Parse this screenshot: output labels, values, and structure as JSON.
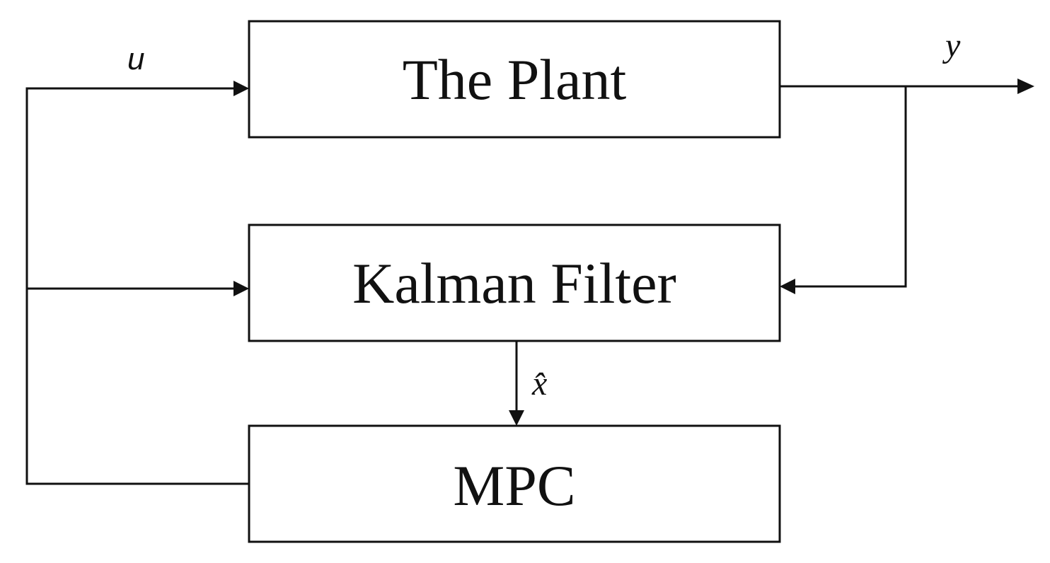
{
  "blocks": {
    "plant": "The Plant",
    "kalman": "Kalman Filter",
    "mpc": "MPC"
  },
  "signals": {
    "control_input": "u",
    "output": "y",
    "state_estimate": "x̂"
  }
}
